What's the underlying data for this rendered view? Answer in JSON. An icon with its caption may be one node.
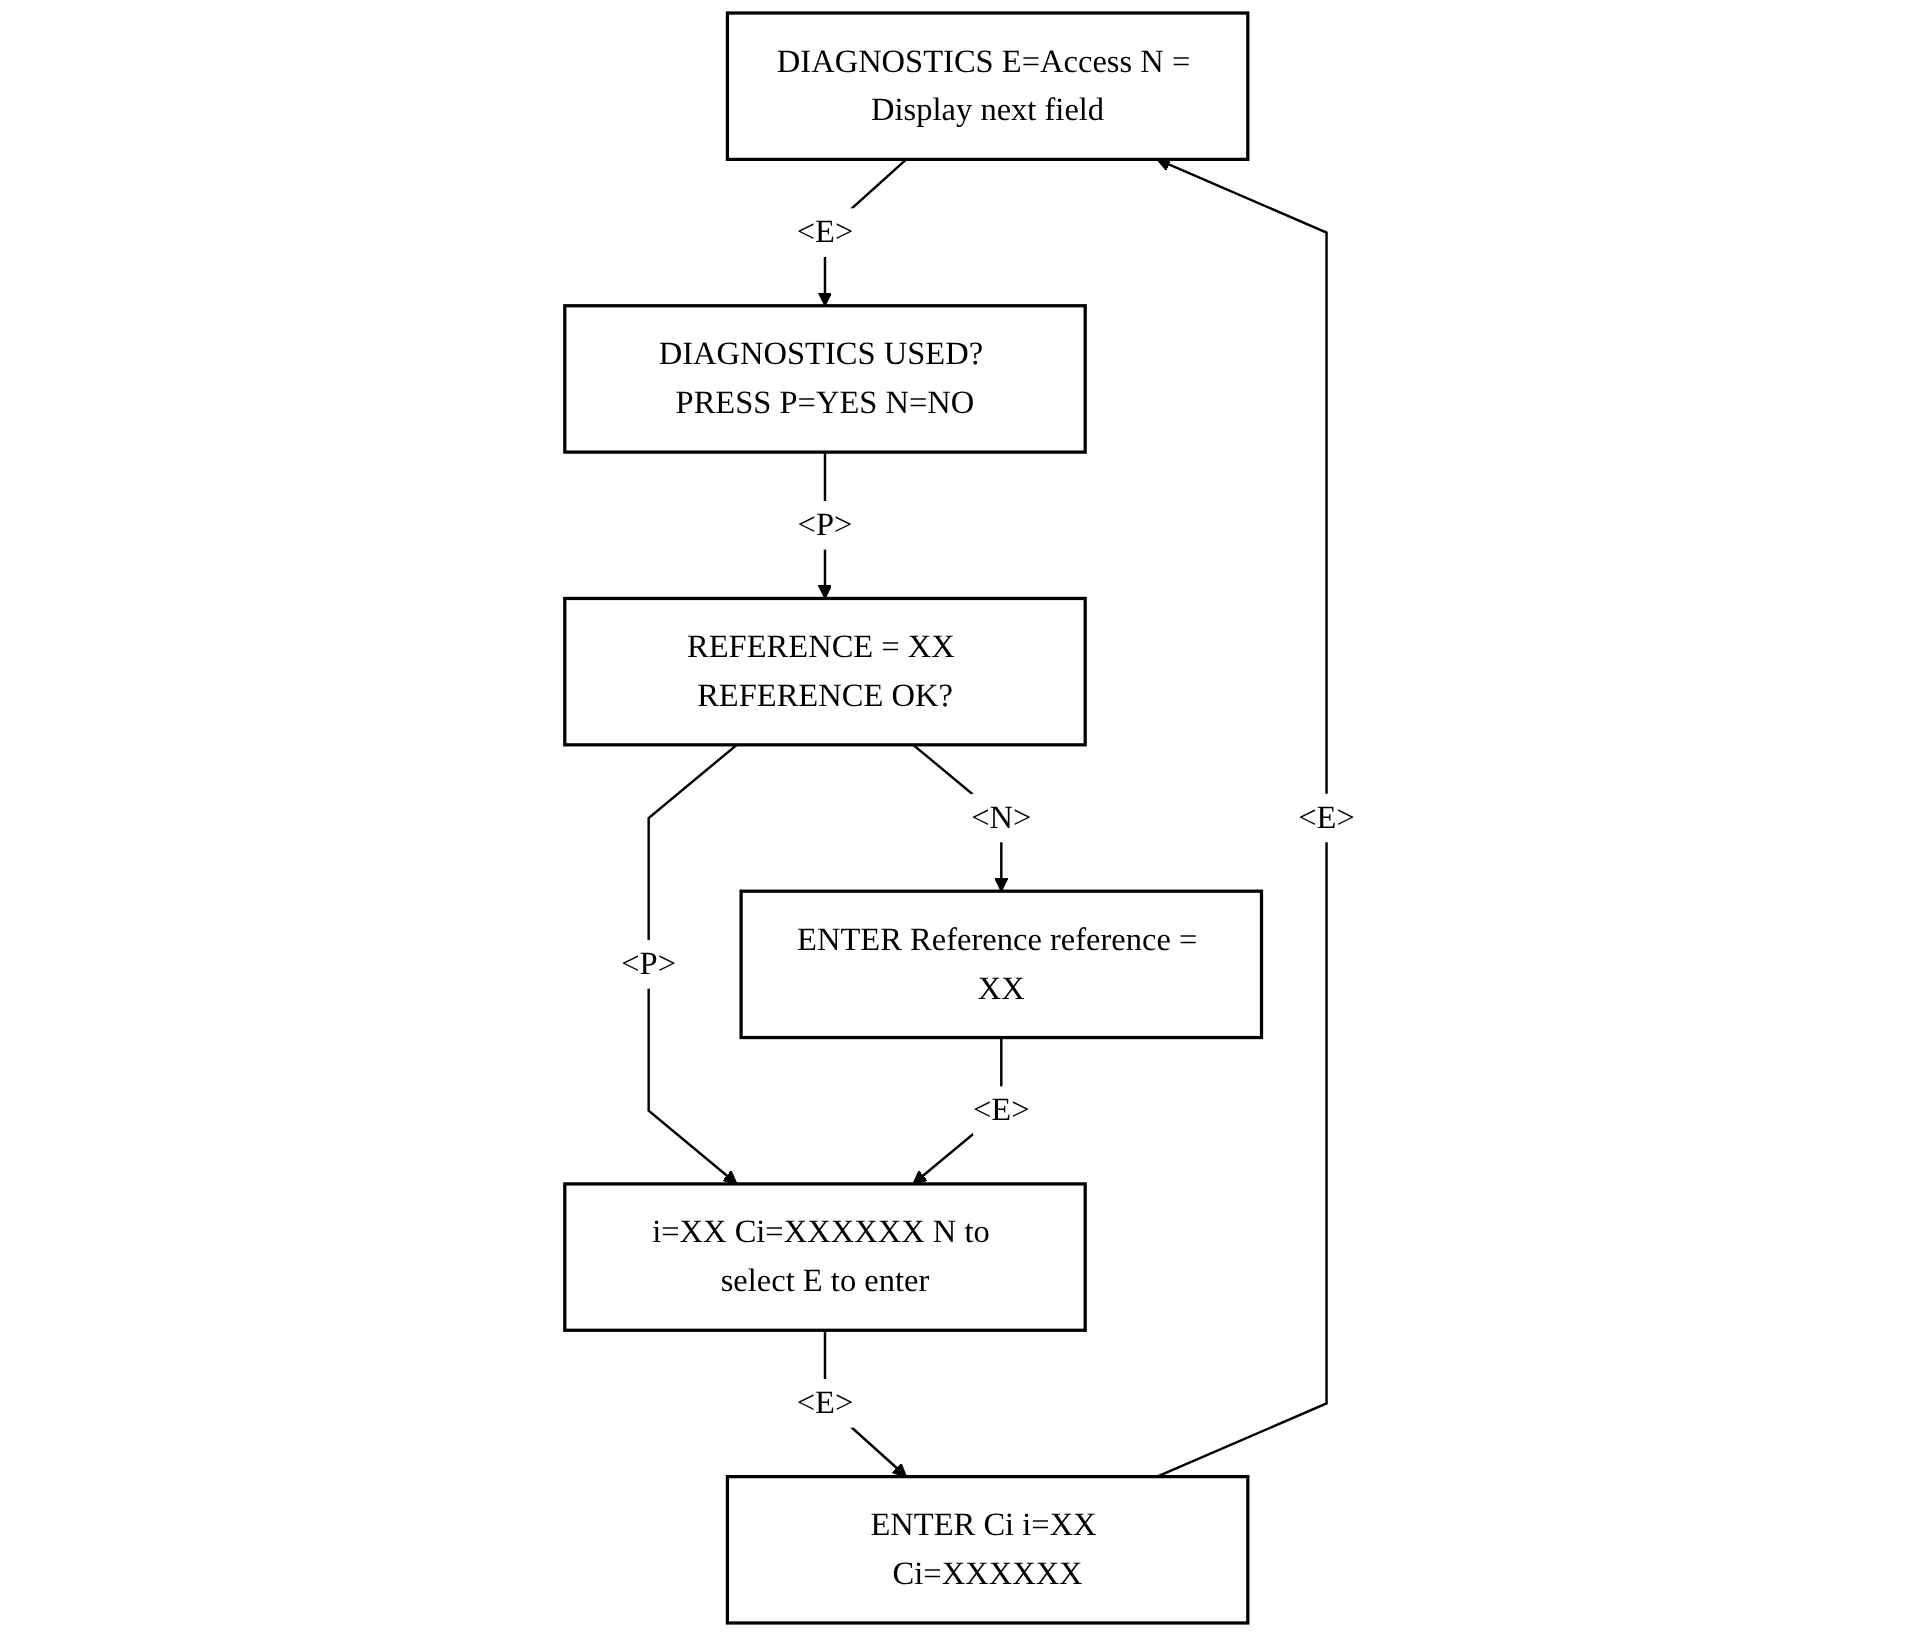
{
  "diagram": {
    "nodes": [
      {
        "text": [
          "DIAGNOSTICS E=Access N = Display next field"
        ]
      },
      {
        "text": [
          "DIAGNOSTICS USED? PRESS P=YES N=NO"
        ]
      },
      {
        "text": [
          "REFERENCE = XX REFERENCE OK?"
        ]
      },
      {
        "text": [
          "ENTER Reference reference = XX"
        ]
      },
      {
        "text": [
          "i=XX Ci=XXXXXX N to select E to enter"
        ]
      },
      {
        "text": [
          "ENTER Ci i=XX Ci=XXXXXX"
        ]
      }
    ],
    "edges": [
      {
        "from": 0,
        "to": 1,
        "arrow": "to",
        "label": "<E>"
      },
      {
        "from": 1,
        "to": 2,
        "arrow": "to",
        "label": "<P>"
      },
      {
        "from": 2,
        "to": 3,
        "arrow": "to",
        "label": "<N>"
      },
      {
        "from": 2,
        "to": 4,
        "arrow": "to",
        "label": "<P>"
      },
      {
        "from": 3,
        "to": 4,
        "arrow": "to",
        "label": "<E>"
      },
      {
        "from": 4,
        "to": 5,
        "arrow": "to",
        "label": "<E>"
      },
      {
        "from": 5,
        "to": 0,
        "arrow": "to",
        "label": "<E>"
      }
    ]
  }
}
